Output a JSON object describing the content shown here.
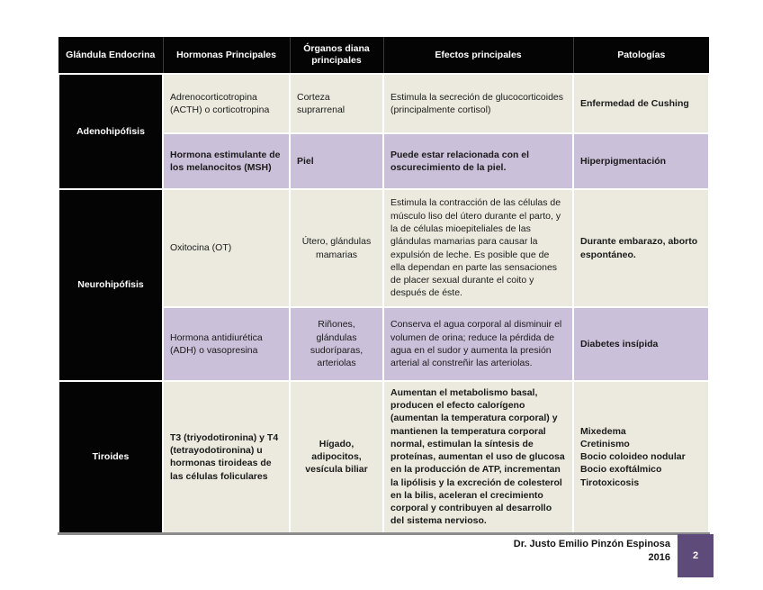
{
  "colors": {
    "header_bg": "#040404",
    "row_beige": "#eceade",
    "row_purple": "#cbc0d9",
    "page_badge_purple": "#5e4b79"
  },
  "table": {
    "headers": [
      "Glándula Endocrina",
      "Hormonas Principales",
      "Órganos diana principales",
      "Efectos principales",
      "Patologías"
    ],
    "glands": [
      {
        "name": "Adenohipófisis"
      },
      {
        "name": "Neurohipófisis"
      },
      {
        "name": "Tiroides"
      }
    ],
    "rows": [
      {
        "hormone": "Adrenocorticotropina (ACTH) o corticotropina",
        "organs": "Corteza suprarrenal",
        "effects": "Estimula la secreción de glucocorticoides (principalmente cortisol)",
        "pathologies": "Enfermedad de Cushing"
      },
      {
        "hormone": "Hormona estimulante de los melanocitos (MSH)",
        "organs": "Piel",
        "effects": "Puede estar relacionada con el oscurecimiento de la piel.",
        "pathologies": "Hiperpigmentación"
      },
      {
        "hormone": "Oxitocina (OT)",
        "organs": "Útero, glándulas mamarias",
        "effects": "Estimula la contracción de las células de músculo liso del útero durante el parto, y la de células mioepiteliales de las glándulas mamarias para causar la expulsión de leche. Es posible que de ella dependan en parte las sensaciones de placer sexual durante el coito y después de éste.",
        "pathologies": "Durante embarazo, aborto espontáneo."
      },
      {
        "hormone": "Hormona antidiurética (ADH) o vasopresina",
        "organs": "Riñones, glándulas sudoríparas, arteriolas",
        "effects": "Conserva el agua corporal al disminuir el volumen de orina; reduce la pérdida de agua en el sudor y aumenta la presión arterial al constreñir las arteriolas.",
        "pathologies": "Diabetes insípida"
      },
      {
        "hormone": "T3 (triyodotironina) y T4 (tetrayodotironina) u hormonas tiroideas de las células foliculares",
        "organs": "Hígado, adipocitos, vesícula biliar",
        "effects": "Aumentan el metabolismo basal, producen el efecto calorígeno (aumentan la temperatura corporal) y mantienen la temperatura corporal normal, estimulan la síntesis de proteínas, aumentan el uso de glucosa en la producción de ATP, incrementan la lipólisis y la excreción de colesterol en la bilis, aceleran el crecimiento corporal y contribuyen al desarrollo del sistema nervioso.",
        "pathologies": "Mixedema\nCretinismo\nBocio coloideo nodular\nBocio exoftálmico\nTirotoxicosis"
      }
    ]
  },
  "footer": {
    "author": "Dr. Justo Emilio Pinzón Espinosa",
    "year": "2016",
    "page_number": "2"
  }
}
